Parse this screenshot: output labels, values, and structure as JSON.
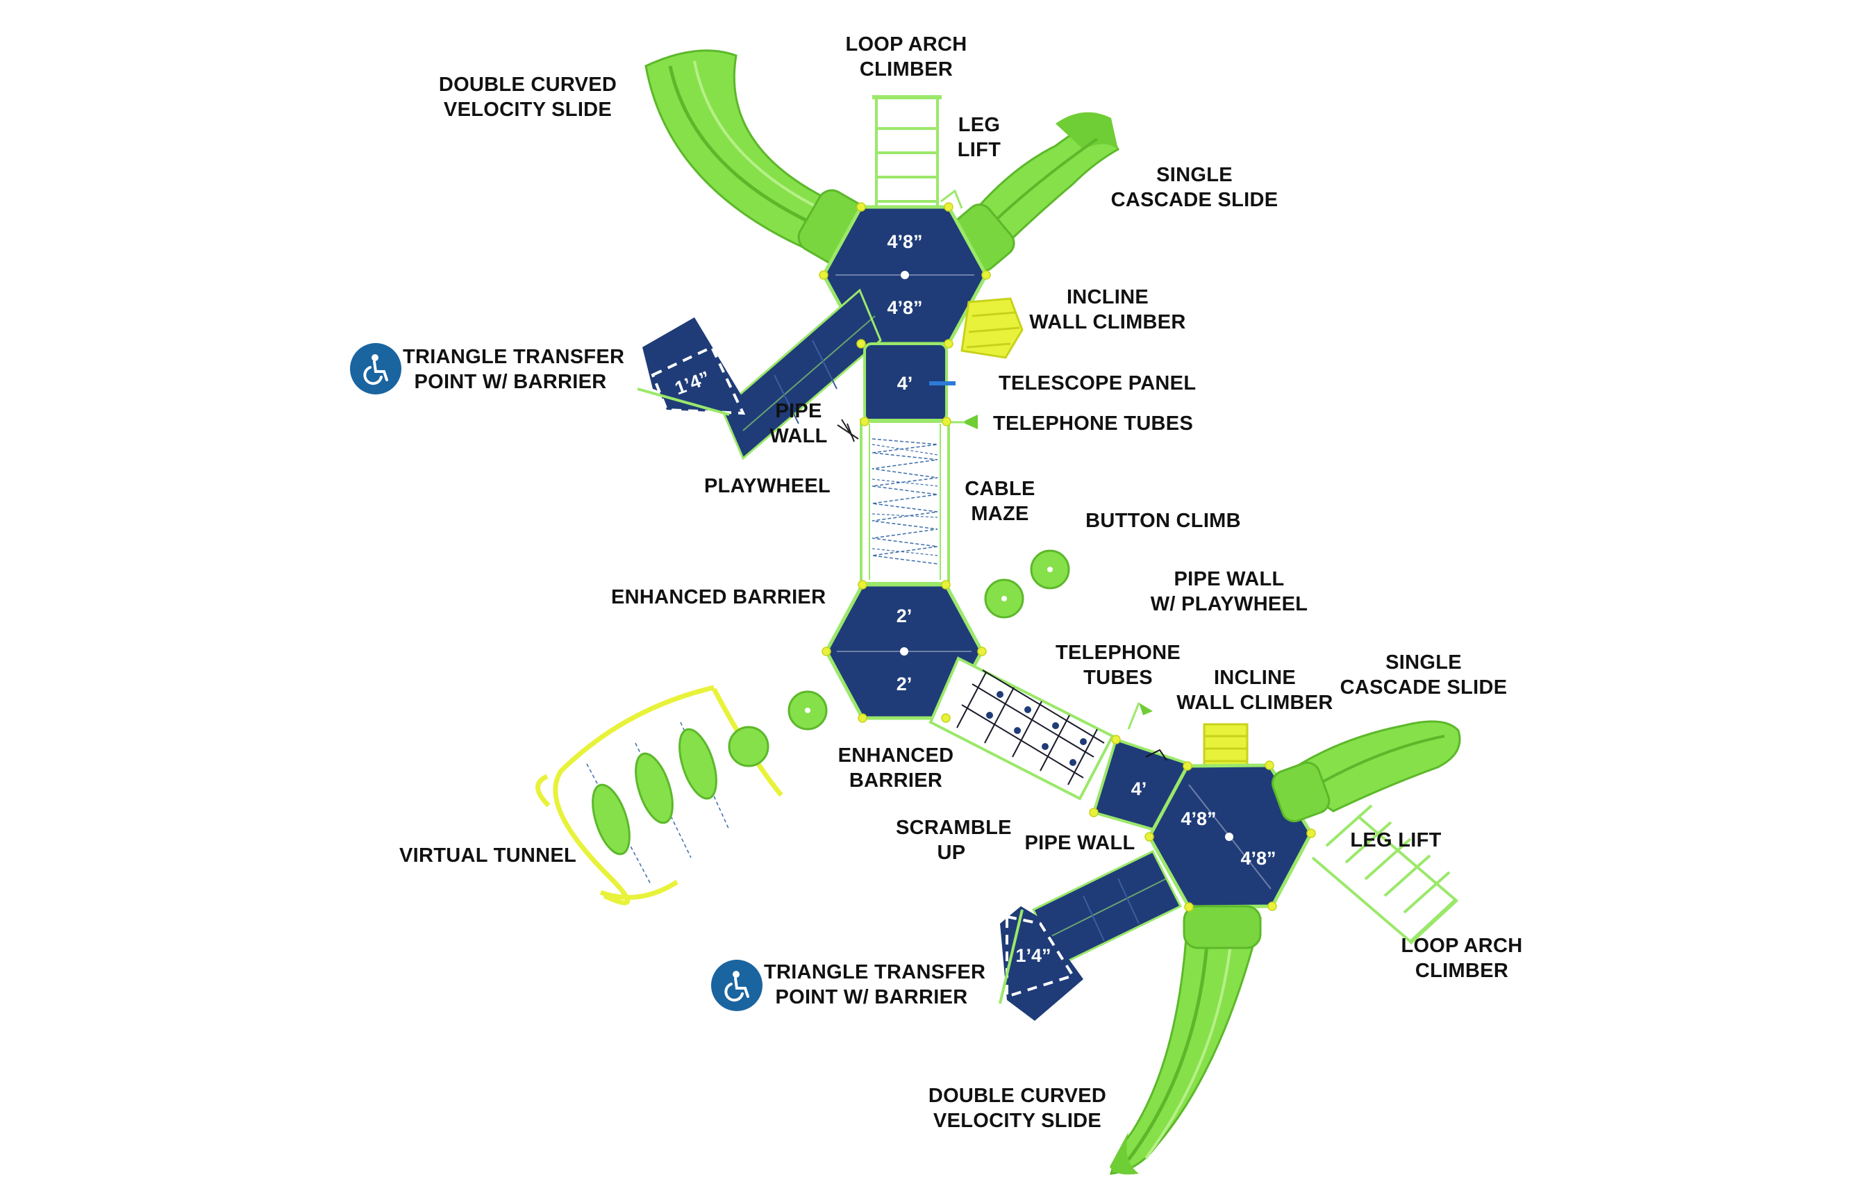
{
  "colors": {
    "deck": "#1f3c78",
    "slide": "#86e04a",
    "slide_dark": "#5cb82a",
    "climber": "#e8f23a",
    "frame": "#9be86a",
    "ada": "#1a64a0"
  },
  "labels": {
    "loop_arch_top": [
      "LOOP ARCH",
      "CLIMBER"
    ],
    "double_slide_top": [
      "DOUBLE CURVED",
      "VELOCITY SLIDE"
    ],
    "leg_lift_top": [
      "LEG",
      "LIFT"
    ],
    "single_slide_top": [
      "SINGLE",
      "CASCADE SLIDE"
    ],
    "incline_wall_top": [
      "INCLINE",
      "WALL CLIMBER"
    ],
    "transfer_top": [
      "TRIANGLE TRANSFER",
      "POINT W/ BARRIER"
    ],
    "telescope_panel": [
      "TELESCOPE PANEL"
    ],
    "pipe_wall_top": [
      "PIPE",
      "WALL"
    ],
    "telephone_tubes_top": [
      "TELEPHONE TUBES"
    ],
    "playwheel": [
      "PLAYWHEEL"
    ],
    "cable_maze": [
      "CABLE",
      "MAZE"
    ],
    "button_climb": [
      "BUTTON CLIMB"
    ],
    "enhanced_barrier_top": [
      "ENHANCED BARRIER"
    ],
    "pipe_wall_playwheel": [
      "PIPE WALL",
      "W/ PLAYWHEEL"
    ],
    "telephone_tubes_mid": [
      "TELEPHONE",
      "TUBES"
    ],
    "incline_wall_bottom": [
      "INCLINE",
      "WALL CLIMBER"
    ],
    "single_slide_bottom": [
      "SINGLE",
      "CASCADE SLIDE"
    ],
    "enhanced_barrier_bottom": [
      "ENHANCED",
      "BARRIER"
    ],
    "virtual_tunnel": [
      "VIRTUAL TUNNEL"
    ],
    "scramble_up": [
      "SCRAMBLE",
      "UP"
    ],
    "pipe_wall_bottom": [
      "PIPE WALL"
    ],
    "leg_lift_bottom": [
      "LEG LIFT"
    ],
    "loop_arch_bottom": [
      "LOOP ARCH",
      "CLIMBER"
    ],
    "transfer_bottom": [
      "TRIANGLE TRANSFER",
      "POINT W/ BARRIER"
    ],
    "double_slide_bottom": [
      "DOUBLE CURVED",
      "VELOCITY SLIDE"
    ]
  },
  "decks": {
    "top_hex_upper": "4’8”",
    "top_hex_lower": "4’8”",
    "top_square": "4’",
    "top_transfer": "1’4”",
    "mid_hex_upper": "2’",
    "mid_hex_lower": "2’",
    "bottom_square": "4’",
    "bottom_hex_left": "4’8”",
    "bottom_hex_right": "4’8”",
    "bottom_transfer": "1’4”"
  },
  "icons": {
    "accessibility": "wheelchair-icon"
  }
}
